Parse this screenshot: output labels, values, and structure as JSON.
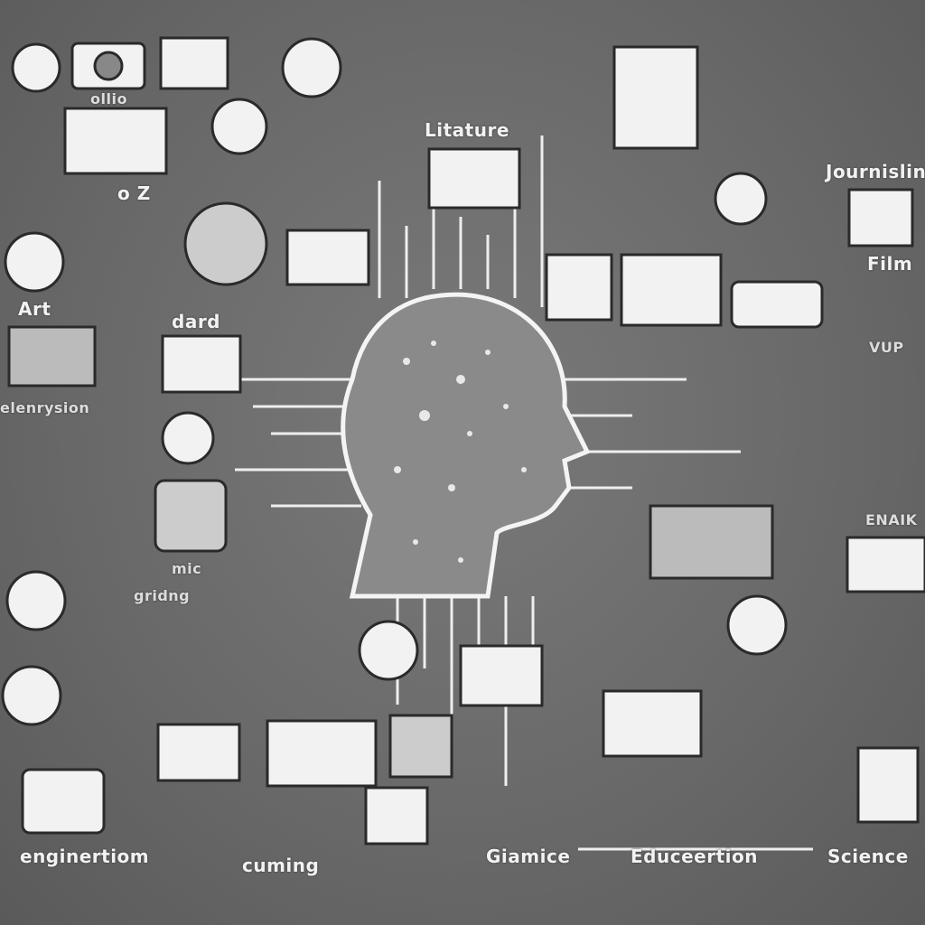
{
  "labels": {
    "literature": "Litature",
    "journalism": "Journislin",
    "film": "Film",
    "art": "Art",
    "dard": "dard",
    "elenrysion": "elenrysion",
    "vup": "VUP",
    "enaik": "ENAIK",
    "mic": "mic",
    "gridng": "gridng",
    "engineering": "enginertiom",
    "cuming": "cuming",
    "giamice": "Giamice",
    "education": "Educeertion",
    "science": "Science",
    "ollio": "ollio",
    "oz": "o  Z"
  },
  "colors": {
    "background": "#6e6e6e",
    "line": "#f0f0f0",
    "dark": "#2a2a2a"
  }
}
